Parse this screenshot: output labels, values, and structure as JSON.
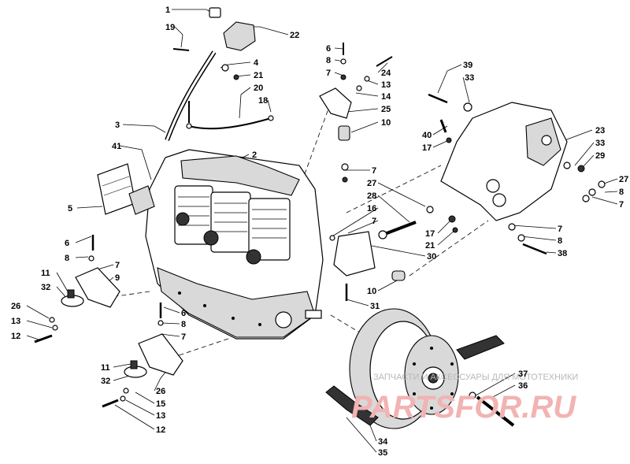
{
  "callouts": [
    {
      "id": "c1",
      "label": "1"
    },
    {
      "id": "c19",
      "label": "19"
    },
    {
      "id": "c22",
      "label": "22"
    },
    {
      "id": "c4",
      "label": "4"
    },
    {
      "id": "c21a",
      "label": "21"
    },
    {
      "id": "c20",
      "label": "20"
    },
    {
      "id": "c18",
      "label": "18"
    },
    {
      "id": "c3",
      "label": "3"
    },
    {
      "id": "c41",
      "label": "41"
    },
    {
      "id": "c2",
      "label": "2"
    },
    {
      "id": "c5",
      "label": "5"
    },
    {
      "id": "c6a",
      "label": "6"
    },
    {
      "id": "c8a",
      "label": "8"
    },
    {
      "id": "c7a",
      "label": "7"
    },
    {
      "id": "c24",
      "label": "24"
    },
    {
      "id": "c13a",
      "label": "13"
    },
    {
      "id": "c14",
      "label": "14"
    },
    {
      "id": "c25",
      "label": "25"
    },
    {
      "id": "c10a",
      "label": "10"
    },
    {
      "id": "c39",
      "label": "39"
    },
    {
      "id": "c33a",
      "label": "33"
    },
    {
      "id": "c40",
      "label": "40"
    },
    {
      "id": "c17a",
      "label": "17"
    },
    {
      "id": "c23",
      "label": "23"
    },
    {
      "id": "c33b",
      "label": "33"
    },
    {
      "id": "c29",
      "label": "29"
    },
    {
      "id": "c27a",
      "label": "27"
    },
    {
      "id": "c8b",
      "label": "8"
    },
    {
      "id": "c7b",
      "label": "7"
    },
    {
      "id": "c7c",
      "label": "7"
    },
    {
      "id": "c27b",
      "label": "27"
    },
    {
      "id": "c28",
      "label": "28"
    },
    {
      "id": "c16",
      "label": "16"
    },
    {
      "id": "c7d",
      "label": "7"
    },
    {
      "id": "c17b",
      "label": "17"
    },
    {
      "id": "c21b",
      "label": "21"
    },
    {
      "id": "c30",
      "label": "30"
    },
    {
      "id": "c7e",
      "label": "7"
    },
    {
      "id": "c8c",
      "label": "8"
    },
    {
      "id": "c38",
      "label": "38"
    },
    {
      "id": "c10b",
      "label": "10"
    },
    {
      "id": "c31",
      "label": "31"
    },
    {
      "id": "c6b",
      "label": "6"
    },
    {
      "id": "c8d",
      "label": "8"
    },
    {
      "id": "c7f",
      "label": "7"
    },
    {
      "id": "c11a",
      "label": "11"
    },
    {
      "id": "c9",
      "label": "9"
    },
    {
      "id": "c32a",
      "label": "32"
    },
    {
      "id": "c26a",
      "label": "26"
    },
    {
      "id": "c13b",
      "label": "13"
    },
    {
      "id": "c12a",
      "label": "12"
    },
    {
      "id": "c6c",
      "label": "6"
    },
    {
      "id": "c8e",
      "label": "8"
    },
    {
      "id": "c7g",
      "label": "7"
    },
    {
      "id": "c11b",
      "label": "11"
    },
    {
      "id": "c32b",
      "label": "32"
    },
    {
      "id": "c26b",
      "label": "26"
    },
    {
      "id": "c15",
      "label": "15"
    },
    {
      "id": "c13c",
      "label": "13"
    },
    {
      "id": "c12b",
      "label": "12"
    },
    {
      "id": "c37",
      "label": "37"
    },
    {
      "id": "c36",
      "label": "36"
    },
    {
      "id": "c34",
      "label": "34"
    },
    {
      "id": "c35",
      "label": "35"
    }
  ],
  "watermark": {
    "text": "ЗАПЧАСТИ И АКСЕССУАРЫ ДЛЯ МОТОТЕХНИКИ",
    "logo": "PARTSFOR.RU"
  }
}
